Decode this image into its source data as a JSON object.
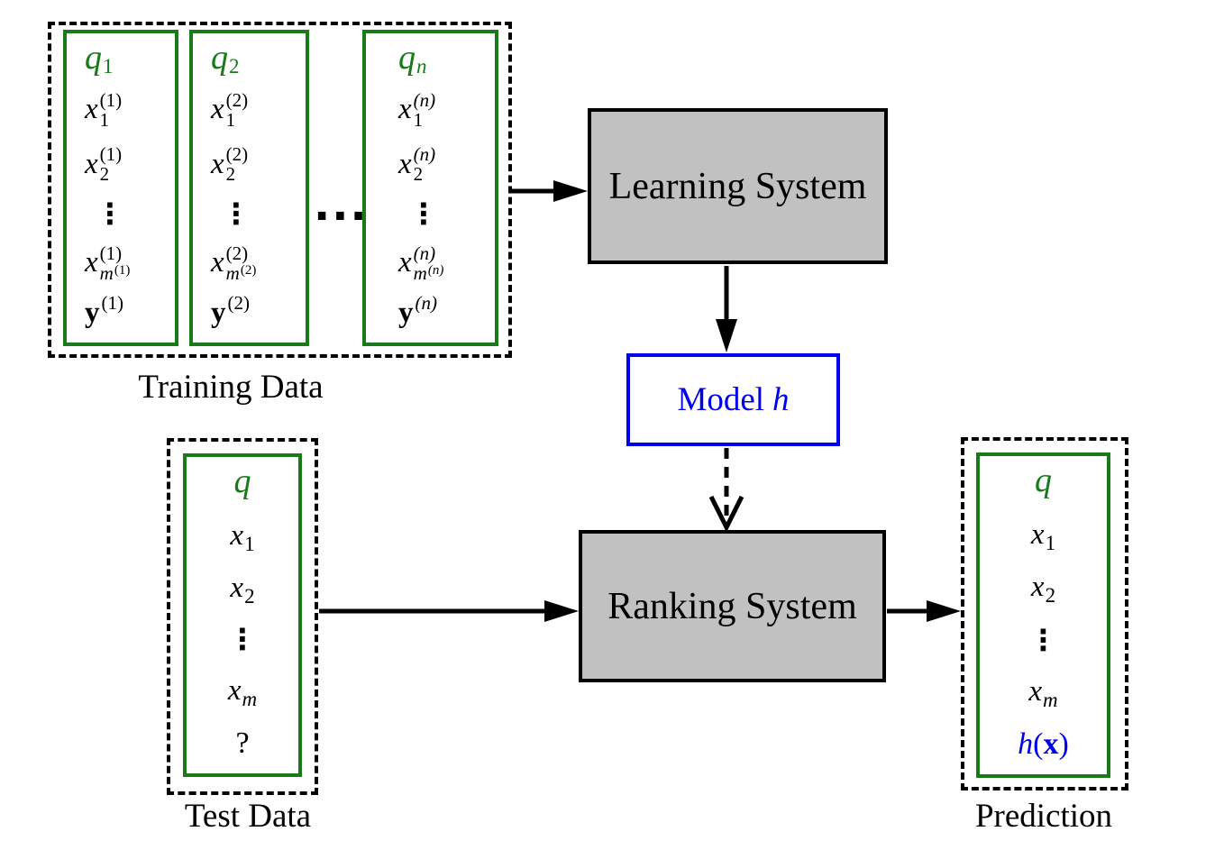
{
  "colors": {
    "green": "#1a7a1a",
    "blue": "#0000ee",
    "box_gray": "#c1c1c1",
    "line": "#000000"
  },
  "training": {
    "label": "Training Data",
    "ellipsis": "···",
    "columns": [
      {
        "q": {
          "base": "q",
          "sub": "1"
        },
        "x1": {
          "base": "x",
          "sub": "1",
          "sup": "(1)"
        },
        "x2": {
          "base": "x",
          "sub": "2",
          "sup": "(1)"
        },
        "vdots": "⋮",
        "xm": {
          "base": "x",
          "sub": "m",
          "subsup": "(1)",
          "sup": "(1)"
        },
        "y": {
          "base": "y",
          "sup": "(1)"
        }
      },
      {
        "q": {
          "base": "q",
          "sub": "2"
        },
        "x1": {
          "base": "x",
          "sub": "1",
          "sup": "(2)"
        },
        "x2": {
          "base": "x",
          "sub": "2",
          "sup": "(2)"
        },
        "vdots": "⋮",
        "xm": {
          "base": "x",
          "sub": "m",
          "subsup": "(2)",
          "sup": "(2)"
        },
        "y": {
          "base": "y",
          "sup": "(2)"
        }
      },
      {
        "q": {
          "base": "q",
          "sub": "n"
        },
        "x1": {
          "base": "x",
          "sub": "1",
          "sup": "(n)"
        },
        "x2": {
          "base": "x",
          "sub": "2",
          "sup": "(n)"
        },
        "vdots": "⋮",
        "xm": {
          "base": "x",
          "sub": "m",
          "subsup": "(n)",
          "sup": "(n)"
        },
        "y": {
          "base": "y",
          "sup": "(n)"
        }
      }
    ]
  },
  "learning_system": {
    "label": "Learning System"
  },
  "model": {
    "label": "Model",
    "symbol": "h"
  },
  "ranking_system": {
    "label": "Ranking System"
  },
  "test_data": {
    "label": "Test Data",
    "q": {
      "base": "q"
    },
    "x1": {
      "base": "x",
      "sub": "1"
    },
    "x2": {
      "base": "x",
      "sub": "2"
    },
    "vdots": "⋮",
    "xm": {
      "base": "x",
      "sub": "m"
    },
    "unknown": "?"
  },
  "prediction": {
    "label": "Prediction",
    "q": {
      "base": "q"
    },
    "x1": {
      "base": "x",
      "sub": "1"
    },
    "x2": {
      "base": "x",
      "sub": "2"
    },
    "vdots": "⋮",
    "xm": {
      "base": "x",
      "sub": "m"
    },
    "result": {
      "h": "h",
      "open": "(",
      "x": "x",
      "close": ")"
    }
  }
}
